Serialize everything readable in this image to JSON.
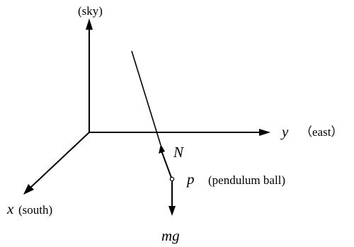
{
  "labels": {
    "z_axis": "(sky)",
    "y_axis_symbol": "y",
    "y_axis_desc": "（east）",
    "x_axis_symbol": "x",
    "x_axis_desc": "(south)",
    "normal_force": "N",
    "ball_symbol": "p",
    "ball_desc": "(pendulum ball)",
    "gravity": "mg"
  },
  "colors": {
    "stroke": "#000000",
    "background": "#ffffff"
  }
}
